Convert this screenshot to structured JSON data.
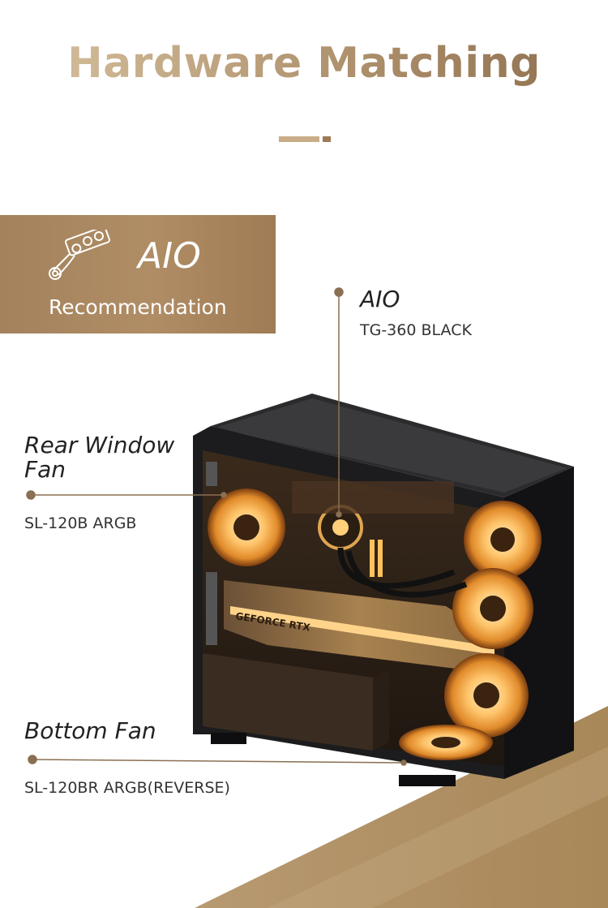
{
  "header": {
    "title": "Hardware Matching"
  },
  "banner": {
    "title": "AIO",
    "subtitle": "Recommendation",
    "icon": "aio-cooler-icon"
  },
  "callouts": {
    "aio": {
      "name": "AIO",
      "model": "TG-360 BLACK"
    },
    "rear_fan": {
      "name_line1": "Rear Window",
      "name_line2": "Fan",
      "model": "SL-120B ARGB"
    },
    "bottom_fan": {
      "name": "Bottom Fan",
      "model": "SL-120BR ARGB(REVERSE)"
    }
  },
  "colors": {
    "accent": "#a3825c",
    "accent_light": "#c9ad88",
    "accent_dark": "#8c6c4c",
    "case_black": "#1c1c1e",
    "fan_glow": "#ffb347"
  }
}
